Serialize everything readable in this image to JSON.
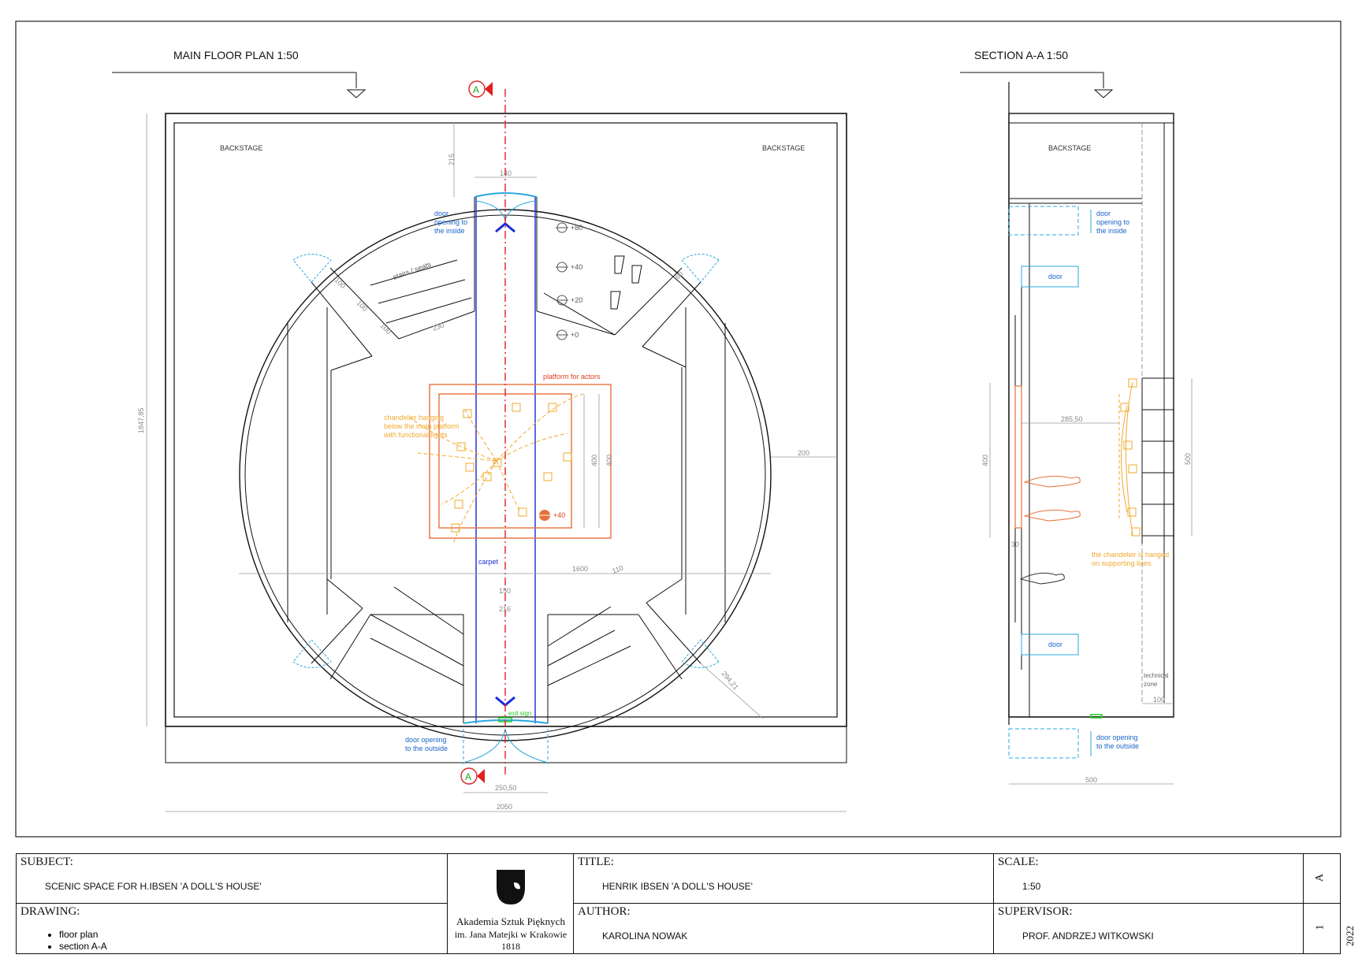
{
  "plan": {
    "title": "MAIN FLOOR PLAN 1:50",
    "backstage_left": "BACKSTAGE",
    "backstage_right": "BACKSTAGE",
    "door_inside": [
      "door",
      "opening to",
      "the inside"
    ],
    "door_outside": [
      "door opening",
      "to the outside"
    ],
    "stairs_seats": "stairs / seats",
    "platform": "platform for actors",
    "chandelier": [
      "chandelier hanging",
      "below the main platform",
      "with functional lights"
    ],
    "carpet": "carpet",
    "exit_sign": "exit sign",
    "section_marker": "A",
    "levels": [
      "+80",
      "+40",
      "+20",
      "+0",
      "+40"
    ],
    "dims": {
      "d215": "215",
      "d140": "140",
      "d100a": "100",
      "d100b": "100",
      "d100c": "100",
      "d230": "230",
      "d60": "60",
      "d400a": "400",
      "d400b": "400",
      "d200": "200",
      "d1847": "1847,85",
      "d1600": "1600",
      "d110": "110",
      "d150": "150",
      "d216": "216",
      "d29421": "294,21",
      "d25050": "250,50",
      "d2050": "2050"
    }
  },
  "section": {
    "title": "SECTION A-A 1:50",
    "backstage": "BACKSTAGE",
    "door_inside": [
      "door",
      "opening to",
      "the inside"
    ],
    "door_outside": [
      "door opening",
      "to the outside"
    ],
    "door_label": "door",
    "chandelier_note": [
      "the chandelier is hanged",
      "on supporting lines"
    ],
    "technical_zone": [
      "technical",
      "zone"
    ],
    "dims": {
      "d28550": "285,50",
      "d400": "400",
      "d500v": "500",
      "d30": "30",
      "d100": "100",
      "d500": "500"
    }
  },
  "title_block": {
    "subject_label": "SUBJECT:",
    "subject_value": "SCENIC SPACE FOR H.IBSEN 'A DOLL'S HOUSE'",
    "drawing_label": "DRAWING:",
    "drawing_items": [
      "floor plan",
      "section A-A"
    ],
    "institution": [
      "Akademia Sztuk Pięknych",
      "im. Jana Matejki w Krakowie",
      "1818"
    ],
    "title_label": "TITLE:",
    "title_value": "HENRIK IBSEN 'A DOLL'S HOUSE'",
    "author_label": "AUTHOR:",
    "author_value": "KAROLINA NOWAK",
    "scale_label": "SCALE:",
    "scale_value": "1:50",
    "supervisor_label": "SUPERVISOR:",
    "supervisor_value": "PROF. ANDRZEJ WITKOWSKI",
    "sheet_letter": "A",
    "sheet_number": "1",
    "year": "2022"
  },
  "colors": {
    "line": "#222222",
    "door": "#29a8e0",
    "carpet": "#1a2bd6",
    "axis": "#e02020",
    "platform": "#e8703a",
    "chandelier": "#f2a92e",
    "exit": "#22cc22",
    "dim": "#9a9a9a"
  }
}
